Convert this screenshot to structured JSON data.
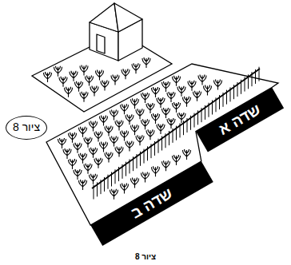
{
  "diagram": {
    "caption": "ציור 8",
    "nodes": [
      {
        "text": [
          "ציור 8"
        ]
      },
      {
        "text": [
          "שדה א"
        ]
      },
      {
        "text": [
          "שדה ב"
        ]
      }
    ]
  }
}
